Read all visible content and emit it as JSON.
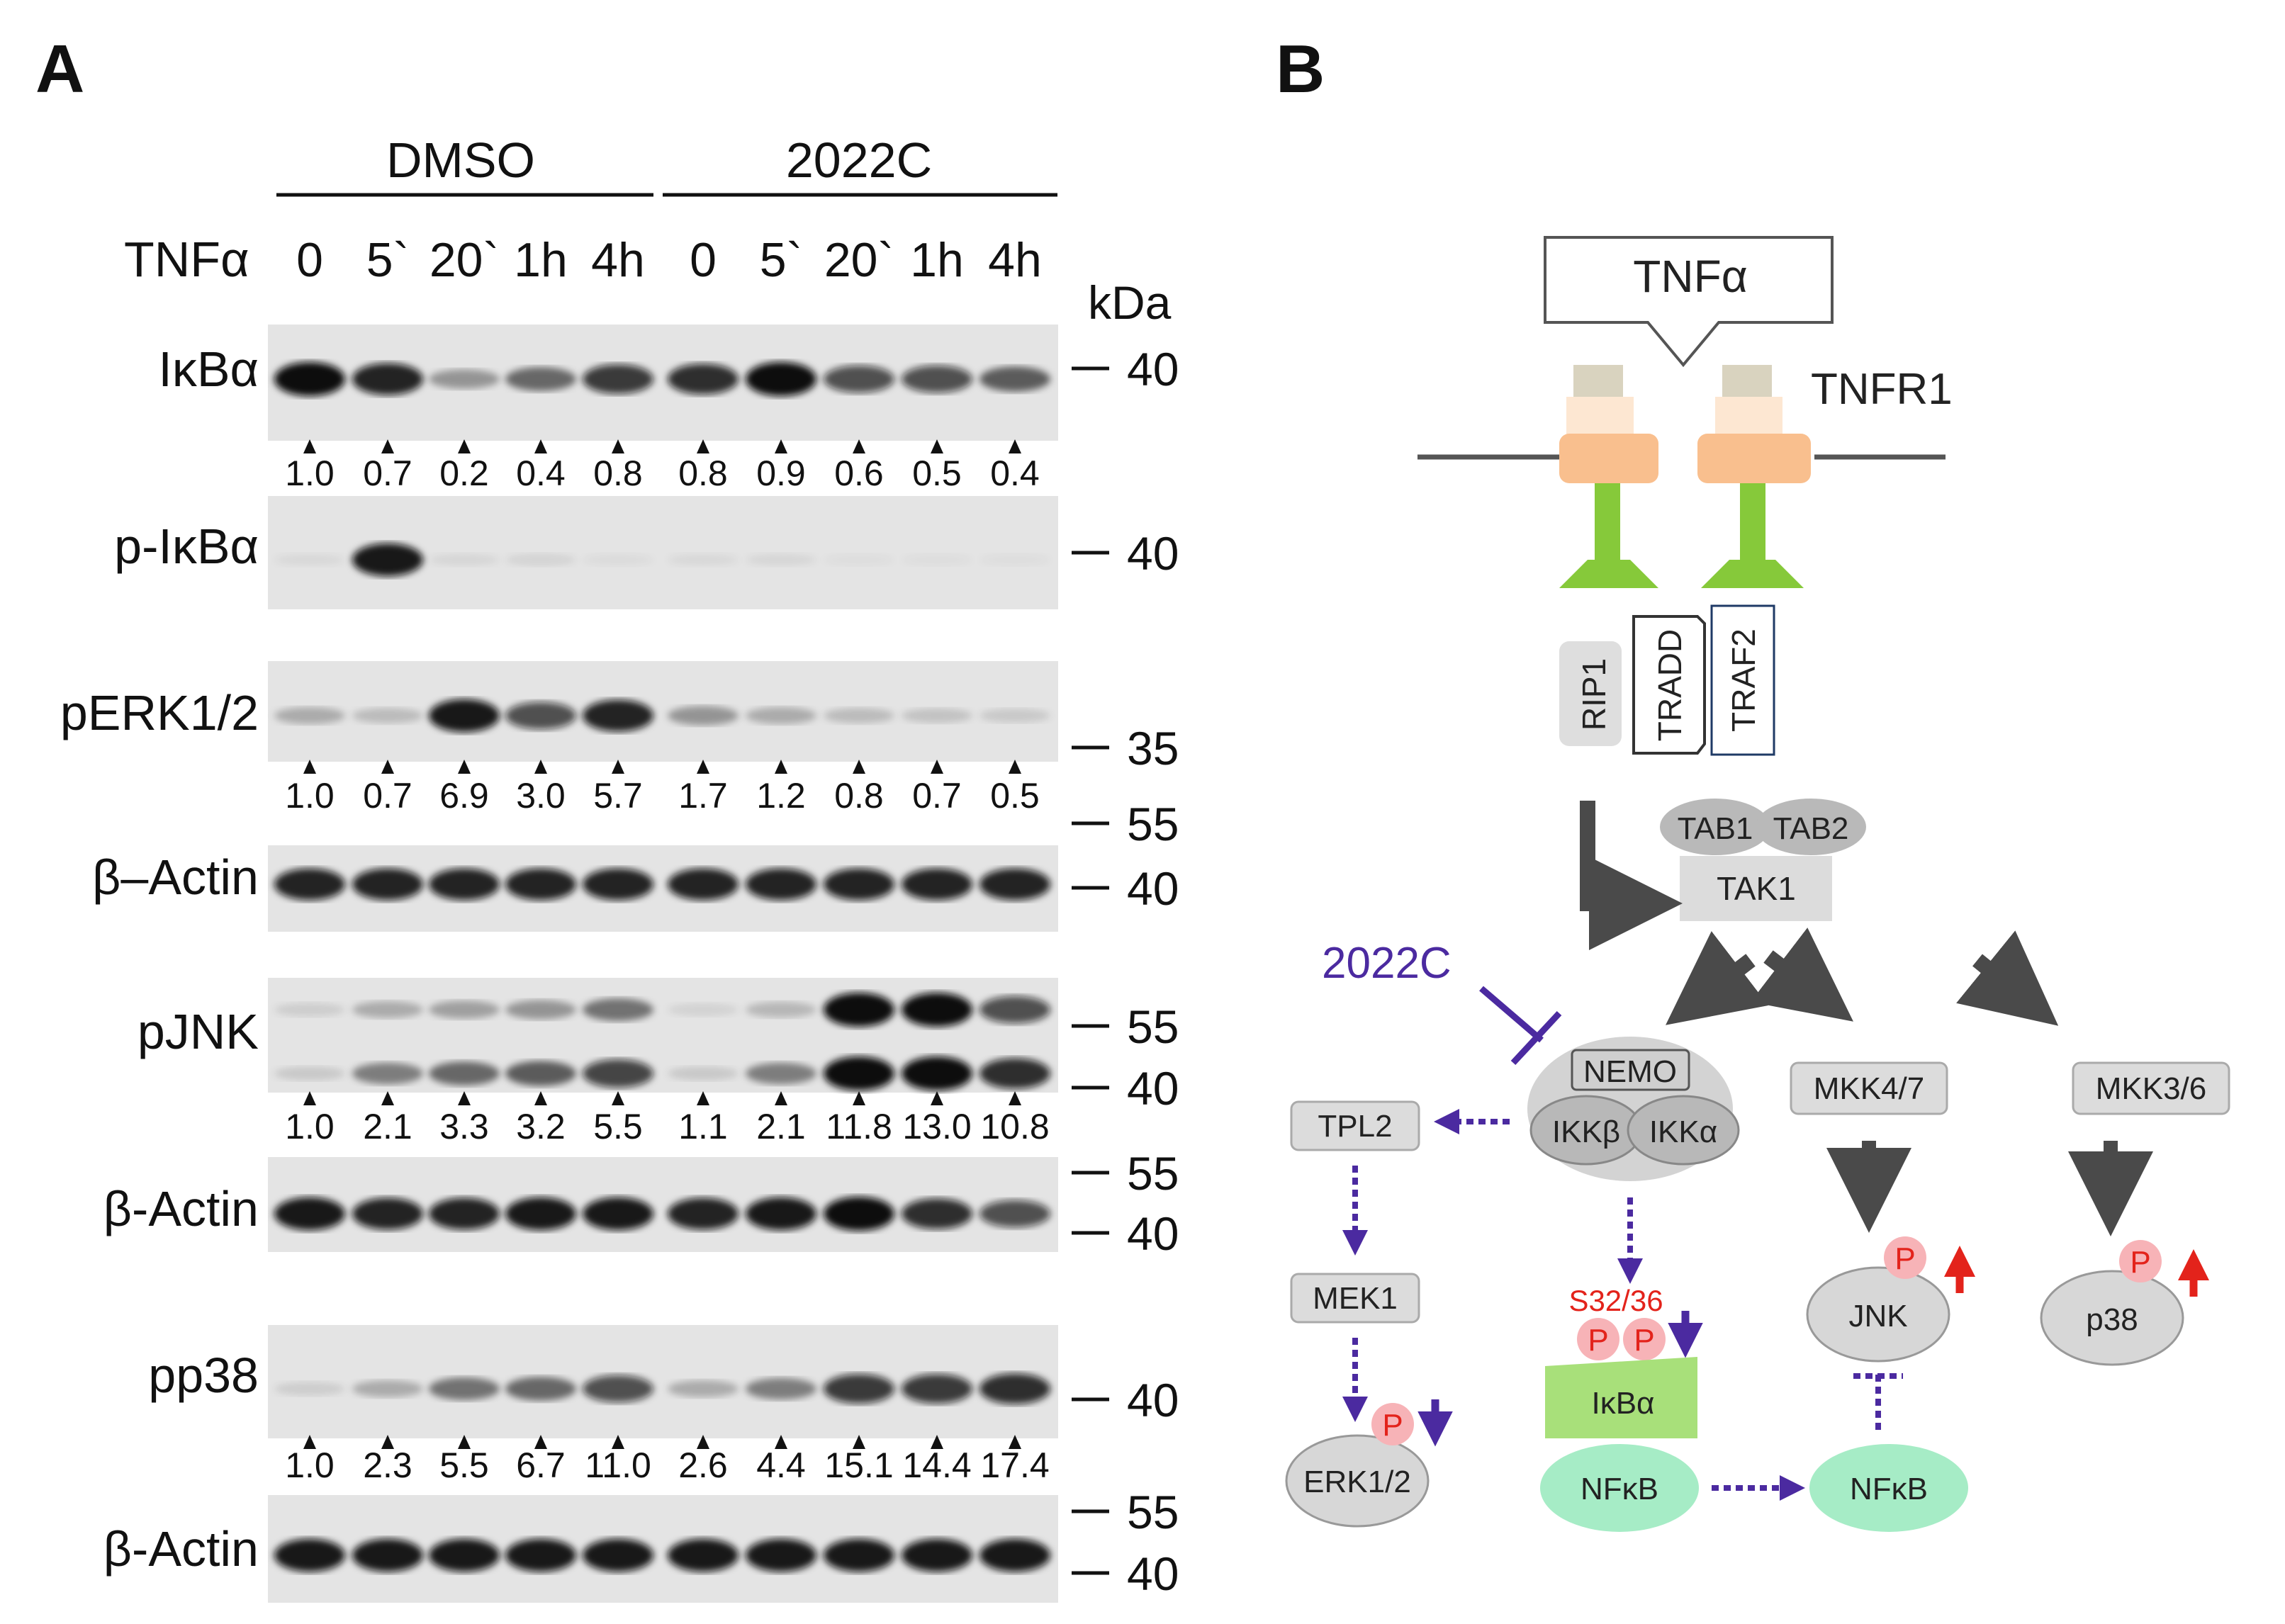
{
  "panel_a": {
    "letter": "A",
    "groups": [
      "DMSO",
      "2022C"
    ],
    "treatment_label": "TNFα",
    "time_points": [
      "0",
      "5`",
      "20`",
      "1h",
      "4h",
      "0",
      "5`",
      "20`",
      "1h",
      "4h"
    ],
    "kda_label": "kDa",
    "blots": [
      {
        "label": "IκBα",
        "markers": [
          "40"
        ],
        "quant": [
          "1.0",
          "0.7",
          "0.2",
          "0.4",
          "0.8",
          "0.8",
          "0.9",
          "0.6",
          "0.5",
          "0.4"
        ],
        "bands": [
          [
            1.0,
            0.9,
            0.35,
            0.55,
            0.8,
            0.85,
            1.0,
            0.7,
            0.7,
            0.6
          ]
        ]
      },
      {
        "label": "p-IκBα",
        "markers": [
          "40"
        ],
        "quant": [],
        "bands": [
          [
            0.05,
            0.95,
            0.06,
            0.07,
            0.04,
            0.05,
            0.06,
            0.02,
            0.02,
            0.02
          ]
        ]
      },
      {
        "label": "pERK1/2",
        "markers": [
          "35"
        ],
        "quant": [
          "1.0",
          "0.7",
          "6.9",
          "3.0",
          "5.7",
          "1.7",
          "1.2",
          "0.8",
          "0.7",
          "0.5"
        ],
        "bands": [
          [
            0.25,
            0.18,
            0.95,
            0.7,
            0.9,
            0.35,
            0.25,
            0.18,
            0.15,
            0.12
          ]
        ]
      },
      {
        "label": "β–Actin",
        "markers": [
          "55",
          "40"
        ],
        "quant": [],
        "bands": [
          [
            0.9,
            0.9,
            0.9,
            0.9,
            0.9,
            0.9,
            0.9,
            0.9,
            0.9,
            0.9
          ]
        ]
      },
      {
        "label": "pJNK",
        "markers": [
          "55",
          "40"
        ],
        "quant": [
          "1.0",
          "2.1",
          "3.3",
          "3.2",
          "5.5",
          "1.1",
          "2.1",
          "11.8",
          "13.0",
          "10.8"
        ],
        "bands": [
          [
            0.1,
            0.25,
            0.3,
            0.35,
            0.5,
            0.08,
            0.2,
            1.0,
            1.0,
            0.7
          ],
          [
            0.12,
            0.45,
            0.55,
            0.6,
            0.75,
            0.12,
            0.45,
            1.0,
            1.0,
            0.85
          ]
        ]
      },
      {
        "label": "β-Actin",
        "markers": [
          "55",
          "40"
        ],
        "quant": [],
        "bands": [
          [
            0.95,
            0.9,
            0.9,
            0.95,
            0.95,
            0.9,
            0.95,
            1.0,
            0.85,
            0.7
          ]
        ]
      },
      {
        "label": "pp38",
        "markers": [
          "40"
        ],
        "quant": [
          "1.0",
          "2.3",
          "5.5",
          "6.7",
          "11.0",
          "2.6",
          "4.4",
          "15.1",
          "14.4",
          "17.4"
        ],
        "bands": [
          [
            0.1,
            0.25,
            0.5,
            0.55,
            0.7,
            0.25,
            0.45,
            0.8,
            0.8,
            0.85
          ]
        ]
      },
      {
        "label": "β-Actin",
        "markers": [
          "55",
          "40"
        ],
        "quant": [],
        "bands": [
          [
            0.95,
            0.95,
            0.95,
            0.95,
            0.95,
            0.95,
            0.95,
            0.95,
            0.95,
            0.95
          ]
        ]
      }
    ]
  },
  "panel_b": {
    "letter": "B",
    "ligand": "TNFα",
    "receptor": "TNFR1",
    "adaptors": [
      "RIP1",
      "TRADD",
      "TRAF2"
    ],
    "tab1": "TAB1",
    "tab2": "TAB2",
    "tak1": "TAK1",
    "inhibitor": "2022C",
    "nemo": "NEMO",
    "ikkb": "IKKβ",
    "ikka": "IKKα",
    "tpl2": "TPL2",
    "mek1": "MEK1",
    "erk": "ERK1/2",
    "mkk47": "MKK4/7",
    "mkk36": "MKK3/6",
    "jnk": "JNK",
    "p38": "p38",
    "site": "S32/36",
    "ikba": "IκBα",
    "nfkb": "NFκB",
    "phospho": "P",
    "colors": {
      "inhibition": "#4b2aa0",
      "arrow_dark": "#4a4a4a",
      "phospho_text": "#e3231b",
      "phospho_fill": "#f7b3b7",
      "ikba_fill": "#a8e07a",
      "nfkb_fill": "#a6ecc6",
      "node_fill": "#dcdcdc",
      "receptor_orange": "#f9bf8e",
      "receptor_green": "#86c93a"
    }
  }
}
